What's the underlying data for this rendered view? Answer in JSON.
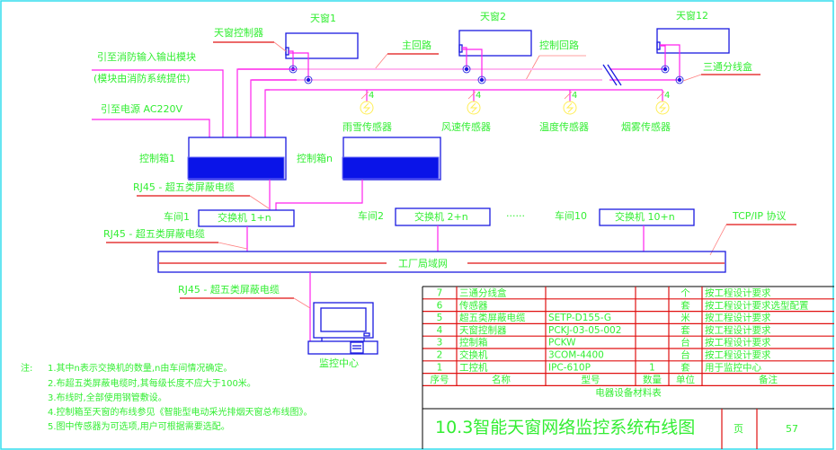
{
  "diagram": {
    "skylights": [
      {
        "label": "天窗1"
      },
      {
        "label": "天窗2"
      },
      {
        "label": "天窗12"
      }
    ],
    "labels": {
      "skylight_controller": "天窗控制器",
      "main_loop": "主回路",
      "control_loop": "控制回路",
      "tee_junction_box": "三通分线盒",
      "fire_module_line1": "引至消防输入输出模块",
      "fire_module_line2": "(模块由消防系统提供)",
      "power_source": "引至电源 AC220V",
      "control_box_1": "控制箱1",
      "control_box_n": "控制箱n",
      "rj45_cable_1": "RJ45 - 超五类屏蔽电缆",
      "rj45_cable_2": "RJ45 - 超五类屏蔽电缆",
      "rj45_cable_3": "RJ45 - 超五类屏蔽电缆",
      "factory_lan": "工厂局域网",
      "tcp_ip": "TCP/IP 协议",
      "monitoring_center": "监控中心",
      "ellipsis": "······",
      "wire_count": "4"
    },
    "sensors": [
      {
        "label": "雨雪传感器"
      },
      {
        "label": "风速传感器"
      },
      {
        "label": "温度传感器"
      },
      {
        "label": "烟雾传感器"
      }
    ],
    "workshops": [
      {
        "workshop": "车间1",
        "switch": "交换机 1+n"
      },
      {
        "workshop": "车间2",
        "switch": "交换机 2+n"
      },
      {
        "workshop": "车间10",
        "switch": "交换机 10+n"
      }
    ],
    "notes": {
      "prefix": "注:",
      "items": [
        "1.其中n表示交换机的数量,n由车间情况确定。",
        "2.布超五类屏蔽电缆时,其每级长度不应大于100米。",
        "3.布线时,全部使用钢管敷设。",
        "4.控制箱至天窗的布线参见《智能型电动采光排烟天窗总布线图》。",
        "5.图中传感器为可选项,用户可根据需要选配。"
      ]
    }
  },
  "equipment_table": {
    "caption": "电器设备材料表",
    "headers": [
      "序号",
      "名称",
      "型号",
      "数量",
      "单位",
      "备注"
    ],
    "rows": [
      [
        "7",
        "三通分线盒",
        "",
        "",
        "个",
        "按工程设计要求"
      ],
      [
        "6",
        "传感器",
        "",
        "",
        "套",
        "按工程设计要求选型配置"
      ],
      [
        "5",
        "超五类屏蔽电缆",
        "SETP-D155-G",
        "",
        "米",
        "按工程设计要求"
      ],
      [
        "4",
        "天窗控制器",
        "PCKJ-03-05-002",
        "",
        "套",
        "按工程设计要求"
      ],
      [
        "3",
        "控制箱",
        "PCKW",
        "",
        "台",
        "按工程设计要求"
      ],
      [
        "2",
        "交换机",
        "3COM-4400",
        "",
        "台",
        "按工程设计要求"
      ],
      [
        "1",
        "工控机",
        "IPC-610P",
        "1",
        "套",
        "用于监控中心"
      ]
    ]
  },
  "title_block": {
    "title": "10.3智能天窗网络监控系统布线图",
    "page_label": "页",
    "page_number": "57"
  },
  "colors": {
    "frame": "#33ddee",
    "text": "#33ee33",
    "wire": "#ff22ee",
    "device": "#1a1ae0",
    "leader": "#e01010",
    "sensor": "#ffee55"
  }
}
